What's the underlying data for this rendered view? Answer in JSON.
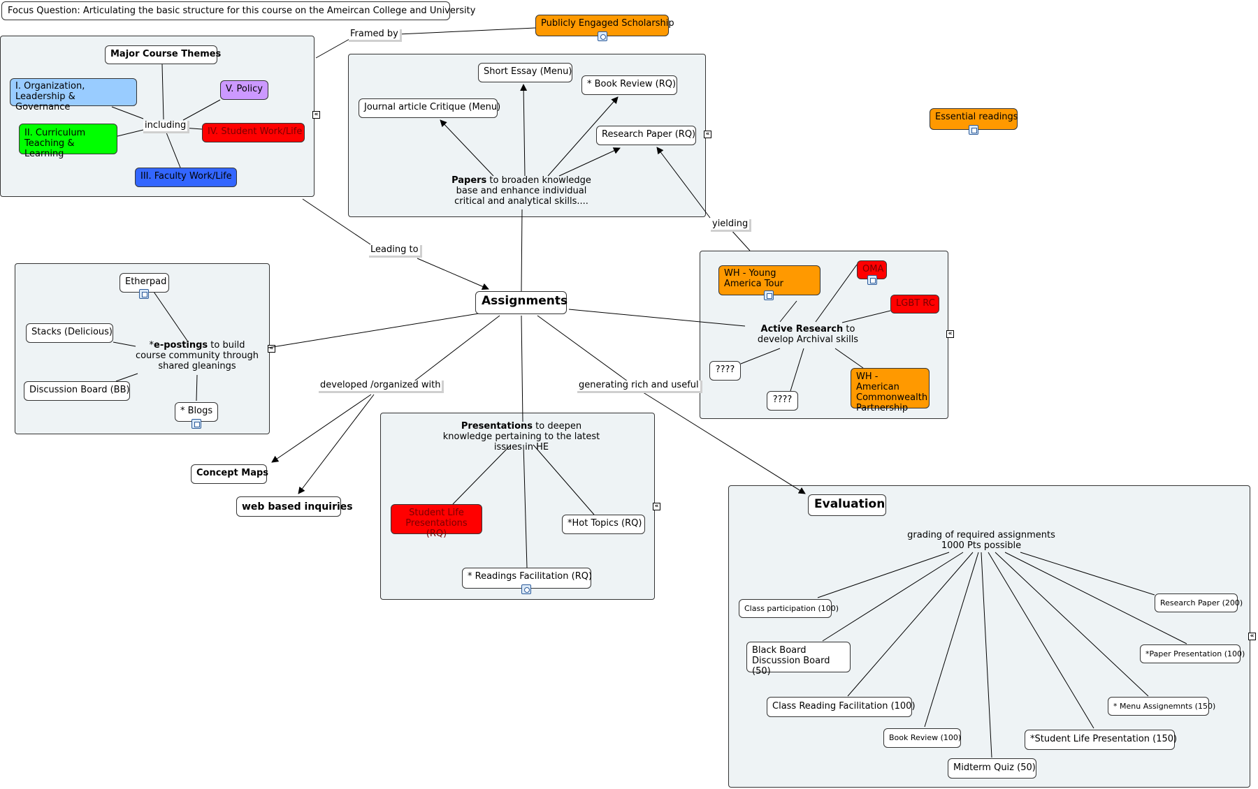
{
  "focus_question": "Focus Question:  Articulating the basic structure for this course on the Ameircan College and University",
  "nodes": {
    "publicly_engaged": "Publicly Engaged Scholarship",
    "essential_readings": "Essential readings",
    "major_course_themes": "Major Course Themes",
    "theme_org": "I. Organization, Leadership & Governance",
    "theme_policy": "V. Policy",
    "theme_curriculum": "II. Curriculum Teaching & Learning",
    "theme_student": "IV. Student Work/Life",
    "theme_faculty": "III. Faculty Work/Life",
    "short_essay": "Short Essay (Menu)",
    "book_review": "* Book Review (RQ)",
    "journal_critique": "Journal article Critique (Menu)",
    "research_paper": "Research Paper (RQ)",
    "papers_bold": "Papers",
    "papers_rest": " to broaden knowledge base and enhance individual critical and analytical skills....",
    "assignments": "Assignments",
    "etherpad": "Etherpad",
    "stacks": "Stacks (Delicious)",
    "epostings_prefix": "*",
    "epostings_bold": "e-postings",
    "epostings_rest": " to build course community through shared gleanings",
    "discussion_board": "Discussion Board (BB)",
    "blogs": "* Blogs",
    "concept_maps": "Concept Maps",
    "web_inquiries": "web based inquiries",
    "wh_young": "WH - Young America Tour",
    "oma": "OMA",
    "lgbt": "LGBT RC",
    "active_bold": "Active Research",
    "active_rest": " to develop Archival  skills",
    "q1": "????",
    "q2": "????",
    "wh_american": "WH - American Commonwealth Partnership",
    "presentations_bold": "Presentations",
    "presentations_rest": " to deepen knowledge pertaining to the latest issues in HE",
    "student_life_pres": "Student Life Presentations (RQ)",
    "hot_topics": "*Hot Topics (RQ)",
    "readings_facilitation": "* Readings Facilitation (RQ)",
    "evaluation": "Evaluation",
    "grading": "grading of required assignments 1000 Pts possible",
    "class_participation": "Class participation (100)",
    "research_paper_200": "Research Paper (200)",
    "blackboard": "Black Board Discussion Board (50)",
    "paper_presentation": "*Paper Presentation (100)",
    "class_reading_facilitation": "Class Reading Facilitation (100)",
    "menu_assignments": "* Menu Assignemnts (150)",
    "book_review_100": "Book Review (100)",
    "student_life_150": "*Student Life Presentation (150)",
    "midterm_quiz": "Midterm Quiz (50)"
  },
  "link_labels": {
    "framed_by": "Framed by",
    "including": "including",
    "leading_to": "Leading to",
    "yielding": "yielding",
    "developed": "developed /organized with",
    "generating": "generating rich and useful"
  },
  "icons": {
    "collapse": "«",
    "resource": "resource-icon",
    "tree": "concept-map-link-icon"
  },
  "colors": {
    "orange": "#ff9900",
    "red": "#ff0000",
    "green": "#00ff00",
    "light_blue": "#99ccff",
    "blue": "#3366ff",
    "purple": "#cc99ff",
    "group_bg": "#eef3f5"
  }
}
